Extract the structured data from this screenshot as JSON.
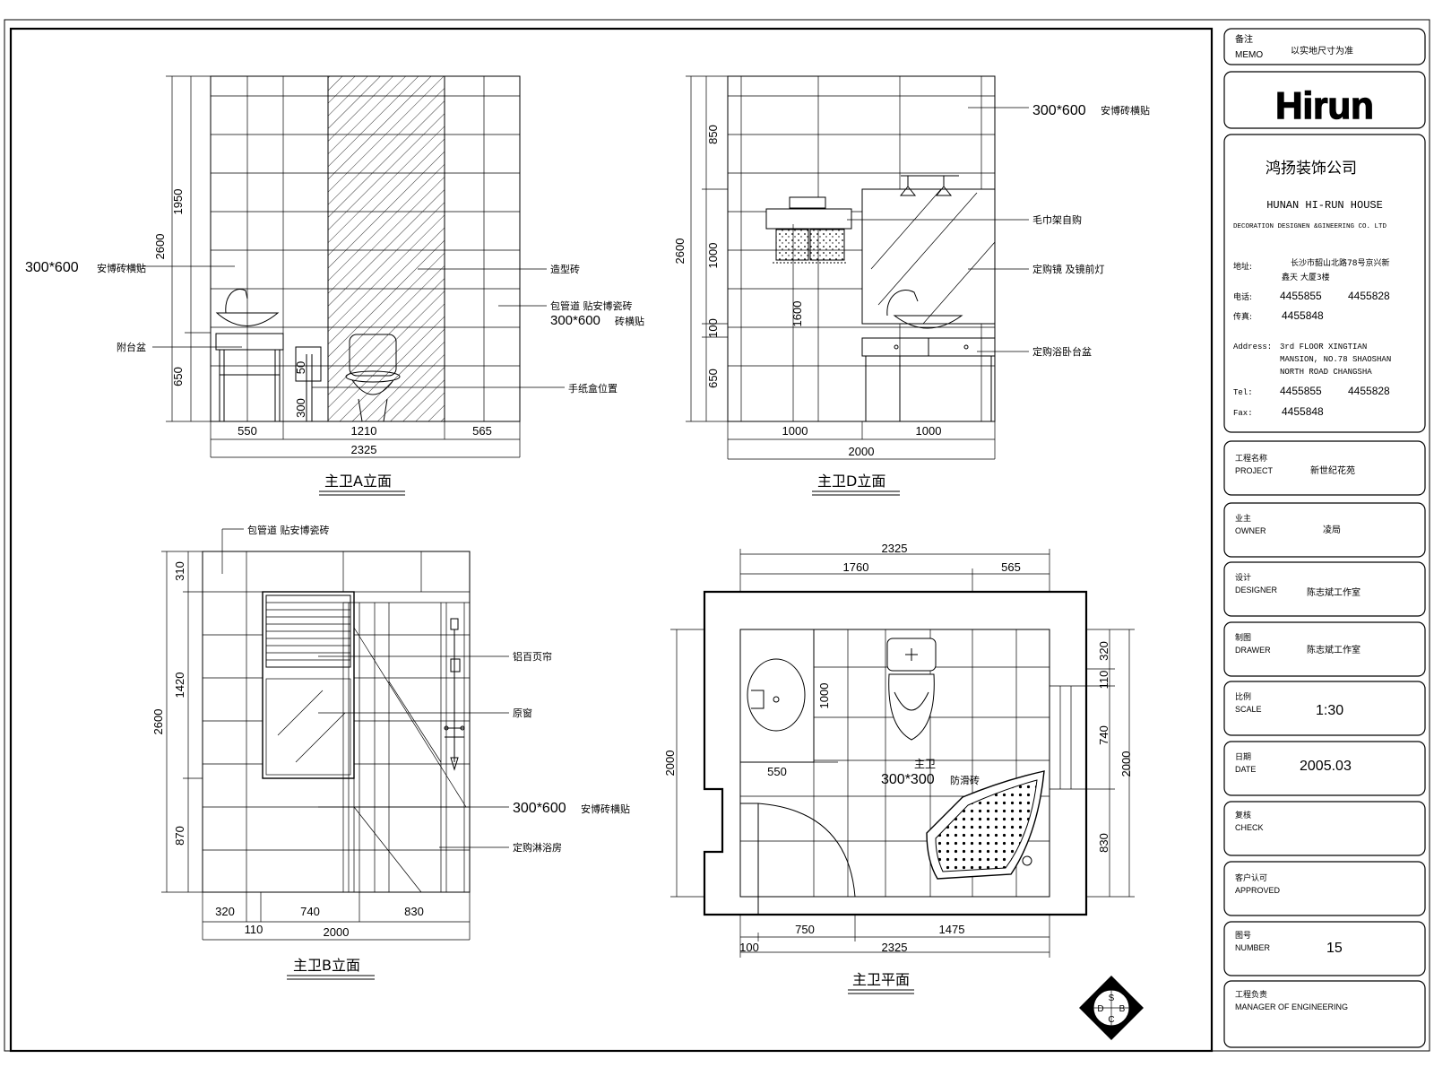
{
  "titleblock": {
    "memo_cn": "备注",
    "memo_en": "MEMO",
    "memo_value": "以实地尺寸为准",
    "logo": "Hirun",
    "company_cn": "鸿扬装饰公司",
    "company_en1": "HUNAN HI-RUN HOUSE",
    "company_en2": "DECORATION DESIGNEN &GINEERING CO. LTD",
    "addr_cn_label": "地址:",
    "addr_cn_1": "长沙市韶山北路78号京兴新",
    "addr_cn_2": "鑫天 大厦3楼",
    "tel_cn_label": "电话:",
    "tel_1": "4455855",
    "tel_2": "4455828",
    "fax_cn_label": "传真:",
    "fax_1": "4455848",
    "address_label": "Address:",
    "address_1": "3rd FLOOR XINGTIAN",
    "address_2": "MANSION, NO.78 SHAOSHAN",
    "address_3": "NORTH ROAD CHANGSHA",
    "tel_label": "Tel:",
    "fax_label": "Fax:",
    "project_cn": "工程名称",
    "project_en": "PROJECT",
    "project_value": "新世纪花苑",
    "owner_cn": "业主",
    "owner_en": "OWNER",
    "owner_value": "凌局",
    "designer_cn": "设计",
    "designer_en": "DESIGNER",
    "designer_value": "陈志斌工作室",
    "drawer_cn": "制图",
    "drawer_en": "DRAWER",
    "drawer_value": "陈志斌工作室",
    "scale_cn": "比例",
    "scale_en": "SCALE",
    "scale_value": "1:30",
    "date_cn": "日期",
    "date_en": "DATE",
    "date_value": "2005.03",
    "check_cn": "复核",
    "check_en": "CHECK",
    "approved_cn": "客户认可",
    "approved_en": "APPROVED",
    "number_cn": "图号",
    "number_en": "NUMBER",
    "number_value": "15",
    "manager_cn": "工程负责",
    "manager_en": "MANAGER OF ENGINEERING"
  },
  "view_a": {
    "title": "主卫A立面",
    "dims": {
      "d1950": "1950",
      "d2600": "2600",
      "d650": "650",
      "d50": "50",
      "d300": "300",
      "d550": "550",
      "d1210": "1210",
      "d565": "565",
      "d2325": "2325"
    },
    "labels": {
      "tile": "300*600",
      "tile_cn": "安博砖横贴",
      "feature": "造型砖",
      "pipe_cn": "包管道 贴安博瓷砖",
      "tile2": "300*600",
      "tile2_cn": "砖横贴",
      "basin_cn": "附台盆",
      "paper_cn": "手纸盒位置"
    }
  },
  "view_d": {
    "title": "主卫D立面",
    "dims": {
      "d850": "850",
      "d2600": "2600",
      "d1000v": "1000",
      "d100": "100",
      "d650": "650",
      "d1600": "1600",
      "d1000a": "1000",
      "d1000b": "1000",
      "d2000": "2000"
    },
    "labels": {
      "tile": "300*600",
      "tile_cn": "安博砖横贴",
      "towel_cn": "毛巾架自购",
      "mirror_cn": "定购镜 及镜前灯",
      "cabinet_cn": "定购浴卧台盆"
    }
  },
  "view_b": {
    "title": "主卫B立面",
    "dims": {
      "d310": "310",
      "d1420": "1420",
      "d2600": "2600",
      "d870": "870",
      "d320": "320",
      "d740": "740",
      "d830": "830",
      "d110": "110",
      "d2000": "2000"
    },
    "labels": {
      "pipe_cn": "包管道 贴安博瓷砖",
      "blind_cn": "铝百页帘",
      "window_cn": "原窗",
      "tile": "300*600",
      "tile_cn": "安博砖横贴",
      "shower_cn": "定购淋浴房"
    }
  },
  "plan": {
    "title": "主卫平面",
    "dims": {
      "t2325": "2325",
      "t1760": "1760",
      "t565": "565",
      "d1000": "1000",
      "d550": "550",
      "l2000": "2000",
      "r320": "320",
      "r110": "110",
      "r740": "740",
      "r830": "830",
      "r2000": "2000",
      "b100": "100",
      "b750": "750",
      "b1475": "1475",
      "b2325": "2325"
    },
    "labels": {
      "room_cn": "主卫",
      "floor": "300*300",
      "floor_cn": "防滑砖"
    }
  },
  "stamp": {
    "top": "S",
    "left": "D",
    "right": "B",
    "bottom": "C"
  }
}
